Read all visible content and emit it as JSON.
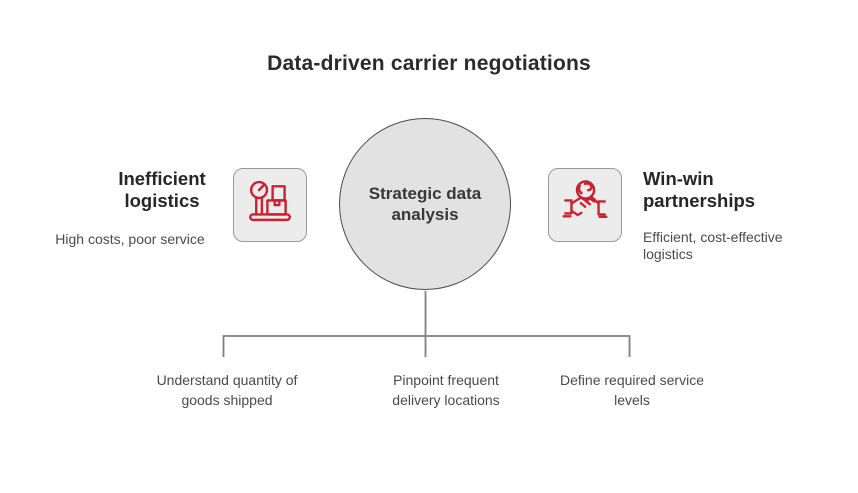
{
  "title": "Data-driven carrier negotiations",
  "center": {
    "label": "Strategic data analysis",
    "label_lines": [
      "Strategic data",
      "analysis"
    ]
  },
  "left": {
    "heading": "Inefficient logistics",
    "heading_lines": [
      "Inefficient",
      "logistics"
    ],
    "subtitle": "High costs, poor service",
    "icon": "weighing-scale-icon"
  },
  "right": {
    "heading": "Win-win partnerships",
    "heading_lines": [
      "Win-win",
      "partnerships"
    ],
    "subtitle": "Efficient, cost-effective logistics",
    "subtitle_lines": [
      "Efficient, cost-effective",
      "logistics"
    ],
    "icon": "handshake-icon"
  },
  "branches": [
    {
      "label": "Understand quantity of goods shipped",
      "lines": [
        "Understand quantity of",
        "goods shipped"
      ]
    },
    {
      "label": "Pinpoint frequent delivery locations",
      "lines": [
        "Pinpoint frequent",
        "delivery locations"
      ]
    },
    {
      "label": "Define required service levels",
      "lines": [
        "Define required service",
        "levels"
      ]
    }
  ],
  "colors": {
    "accent_red": "#cc2030",
    "node_fill": "#e2e2e2",
    "node_border": "#4a4a4a",
    "connector_gray": "#7f7f7f",
    "heading_text": "#262626",
    "body_text": "#4a4a4a",
    "icon_box_fill": "#ececec",
    "icon_box_border": "#9a9a9a"
  }
}
